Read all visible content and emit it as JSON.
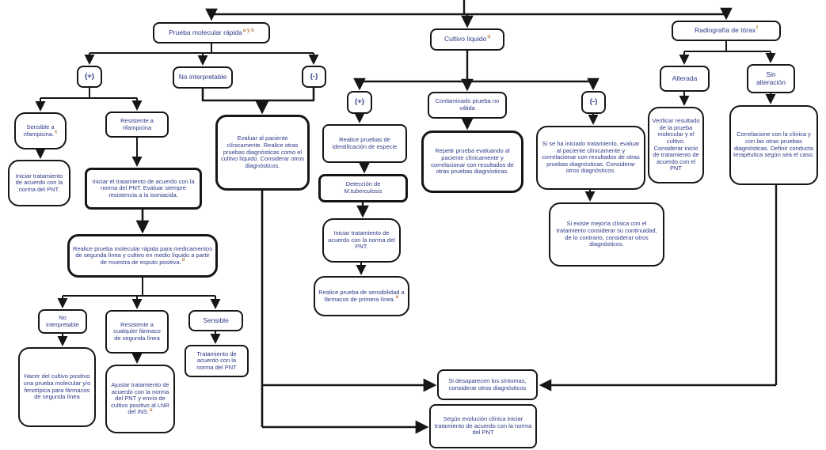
{
  "palette": {
    "line": "#1a1a1a",
    "text": "#2e3a87",
    "superscript": "#a15000",
    "background": "#ffffff"
  },
  "nodes": {
    "prueba_molecular": {
      "label": "Prueba molecular rápida",
      "sup": "a y b"
    },
    "cultivo_liquido": {
      "label": "Cultivo líquido",
      "sup": "d"
    },
    "radiografia": {
      "label": "Radiografía de tórax",
      "sup": "f"
    },
    "mol_positivo": {
      "label": "(+)"
    },
    "mol_no_interpretable": {
      "label": "No interpretable"
    },
    "mol_negativo": {
      "label": "(-)"
    },
    "sensible_rifampicina": {
      "label": "Sensible a rifampicina.",
      "sup": "c"
    },
    "resistente_rifampicina": {
      "label": "Resistente a rifampicina"
    },
    "iniciar_tratamiento_pnt": {
      "label": "Iniciar tratamiento de acuerdo con la norma del PNT."
    },
    "iniciar_tratamiento_isoniacida": {
      "label": "Iniciar el tratamiento de acuerdo con la norma del PNT. Evaluar siempre resistencia a la isoniacida."
    },
    "prueba_segunda_linea": {
      "label": "Realice prueba molecular rápida para medicamentos de segunda línea y cultivo en medio líquido a partir de muestra de esputo positiva.",
      "sup": "d"
    },
    "sl_no_interpretable": {
      "label": "No interpretable"
    },
    "sl_resistente": {
      "label": "Resistente a cualquier fármaco de segunda línea"
    },
    "sl_sensible": {
      "label": "Sensible"
    },
    "hacer_cultivo_positivo": {
      "label": "Hacer del cultivo positivo una prueba molecular y/o fenotípica para fármacos de segunda línea"
    },
    "ajustar_tratamiento": {
      "label": "Ajustar tratamiento de acuerdo con la norma del PNT y envío de cultivo positivo al LNR del INS.",
      "sup": "e"
    },
    "tratamiento_norma_pnt": {
      "label": "Tratamiento de acuerdo con la norma del PNT"
    },
    "evaluar_paciente": {
      "label": "Evaluar al paciente clínicamente. Realice otras pruebas diagnósticas como el cultivo líquido. Considerar otros diagnósticos."
    },
    "cul_positivo": {
      "label": "(+)"
    },
    "cul_contaminado": {
      "label": "Contaminado prueba no válida"
    },
    "cul_negativo": {
      "label": "(-)"
    },
    "identificacion_especie": {
      "label": "Realice pruebas de identificación de especie"
    },
    "deteccion": {
      "line1": "Detección de",
      "line2": "M.tuberculosis"
    },
    "iniciar_tratamiento_cultivo": {
      "label": "Iniciar tratamiento de acuerdo con la norma del PNT."
    },
    "sensibilidad_primera_linea": {
      "label": "Realice prueba de sensibilidad a fármacos de primera línea.",
      "sup": "e"
    },
    "repetir_prueba": {
      "label": "Repetir prueba evaluando al paciente clínicamente y correlacionar con resultados de otras pruebas diagnósticas."
    },
    "si_iniciado_tratamiento": {
      "label": "Si se ha iniciado tratamiento, evaluar al paciente clínicamente y correlacionar con resultados de otras pruebas diagnósticas. Considerar otros diagnósticos."
    },
    "mejoria_clinica": {
      "label": "Si existe mejoría clínica con el tratamiento considerar su continuidad, de lo contrario, considerar otros diagnósticos."
    },
    "alterada": {
      "label": "Alterada"
    },
    "sin_alteracion": {
      "label": "Sin alteración"
    },
    "verificar_resultado": {
      "label": "Verificar resultado de la prueba molecular y el cultivo. Considerar inicio de tratamiento de acuerdo con el PNT"
    },
    "correlacione_clinica": {
      "label": "Correlacione con la clínica y con las otras pruebas diagnósticas. Definir conducta terapéutica según sea el caso."
    },
    "si_desaparecen_sintomas": {
      "label": "Si desaparecen los síntomas, considerar otros diagnósticos"
    },
    "segun_evolucion": {
      "label": "Según evolución clínica iniciar tratamiento de acuerdo con la norma del PNT"
    }
  }
}
